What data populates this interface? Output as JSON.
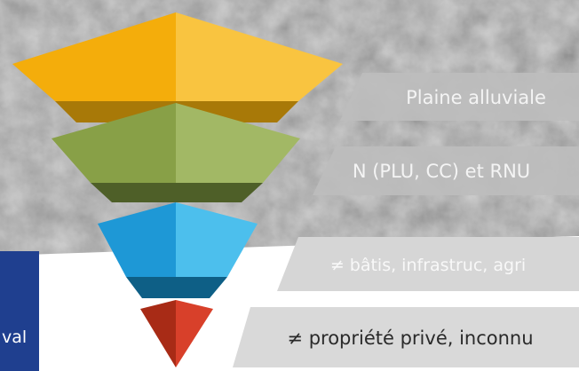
{
  "colors": {
    "photo_background": "#6e6e6e",
    "band_fill": "#bdbdbd",
    "band_text": "#f4f4f4",
    "highlight_band_fill": "#d9d9d9",
    "highlight_text": "#2a2a2a",
    "sidebar_blue": "#1f3f8f",
    "level1": "#f6b313",
    "level2": "#96ad57",
    "level3": "#2ea8e0",
    "level4": "#c8361c"
  },
  "funnel": {
    "levels": [
      {
        "label": "Plaine alluviale"
      },
      {
        "label": "N (PLU, CC) et RNU"
      },
      {
        "label": "≠ bâtis, infrastruc, agri"
      },
      {
        "label": "≠ propriété privé, inconnu"
      }
    ]
  },
  "sidebar": {
    "partial_text": "val"
  }
}
